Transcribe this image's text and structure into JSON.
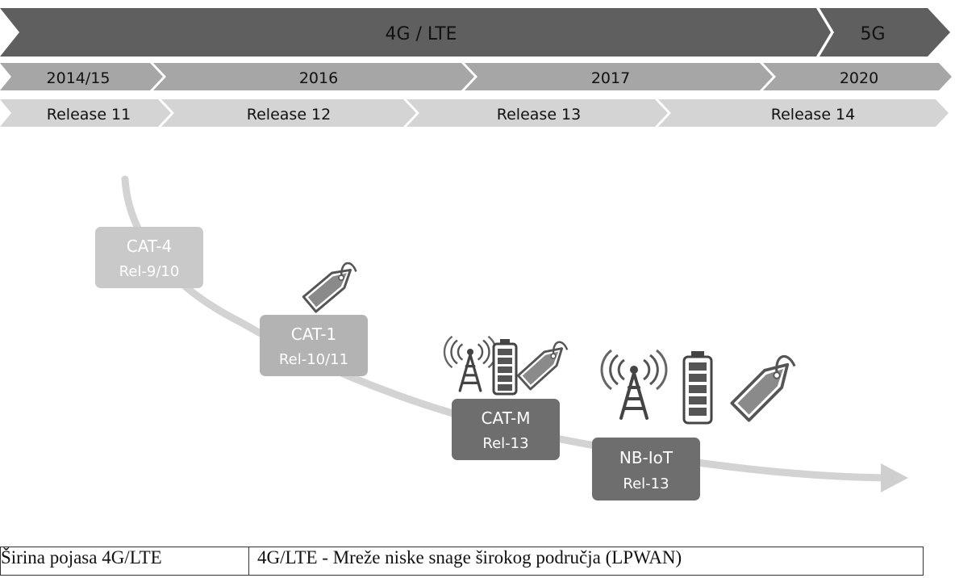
{
  "colors": {
    "top_band": "#5f5f5f",
    "year_band": "#a6a6a6",
    "release_band": "#d4d4d4",
    "light_box": "#c9c9c9",
    "mid_box": "#b3b3b3",
    "dark_box": "#6e6e6e",
    "curve": "#d3d3d3",
    "icon": "#555555"
  },
  "timeline": {
    "generation_labels": [
      "4G / LTE",
      "5G"
    ],
    "years": [
      "2014/15",
      "2016",
      "2017",
      "2020"
    ],
    "releases": [
      "Release 11",
      "Release 12",
      "Release 13",
      "Release 14"
    ]
  },
  "categories": [
    {
      "name": "CAT-4",
      "release": "Rel-9/10"
    },
    {
      "name": "CAT-1",
      "release": "Rel-10/11"
    },
    {
      "name": "CAT-M",
      "release": "Rel-13"
    },
    {
      "name": "NB-IoT",
      "release": "Rel-13"
    }
  ],
  "icons": {
    "cat1": [
      "price-tag-icon"
    ],
    "catm": [
      "antenna-tower-icon",
      "battery-icon",
      "price-tag-icon"
    ],
    "nbiot": [
      "antenna-tower-icon",
      "battery-icon",
      "price-tag-icon"
    ]
  },
  "table": {
    "col1": "Širina pojasa 4G/LTE",
    "col2": "4G/LTE - Mreže niske snage širokog područja (LPWAN)"
  }
}
